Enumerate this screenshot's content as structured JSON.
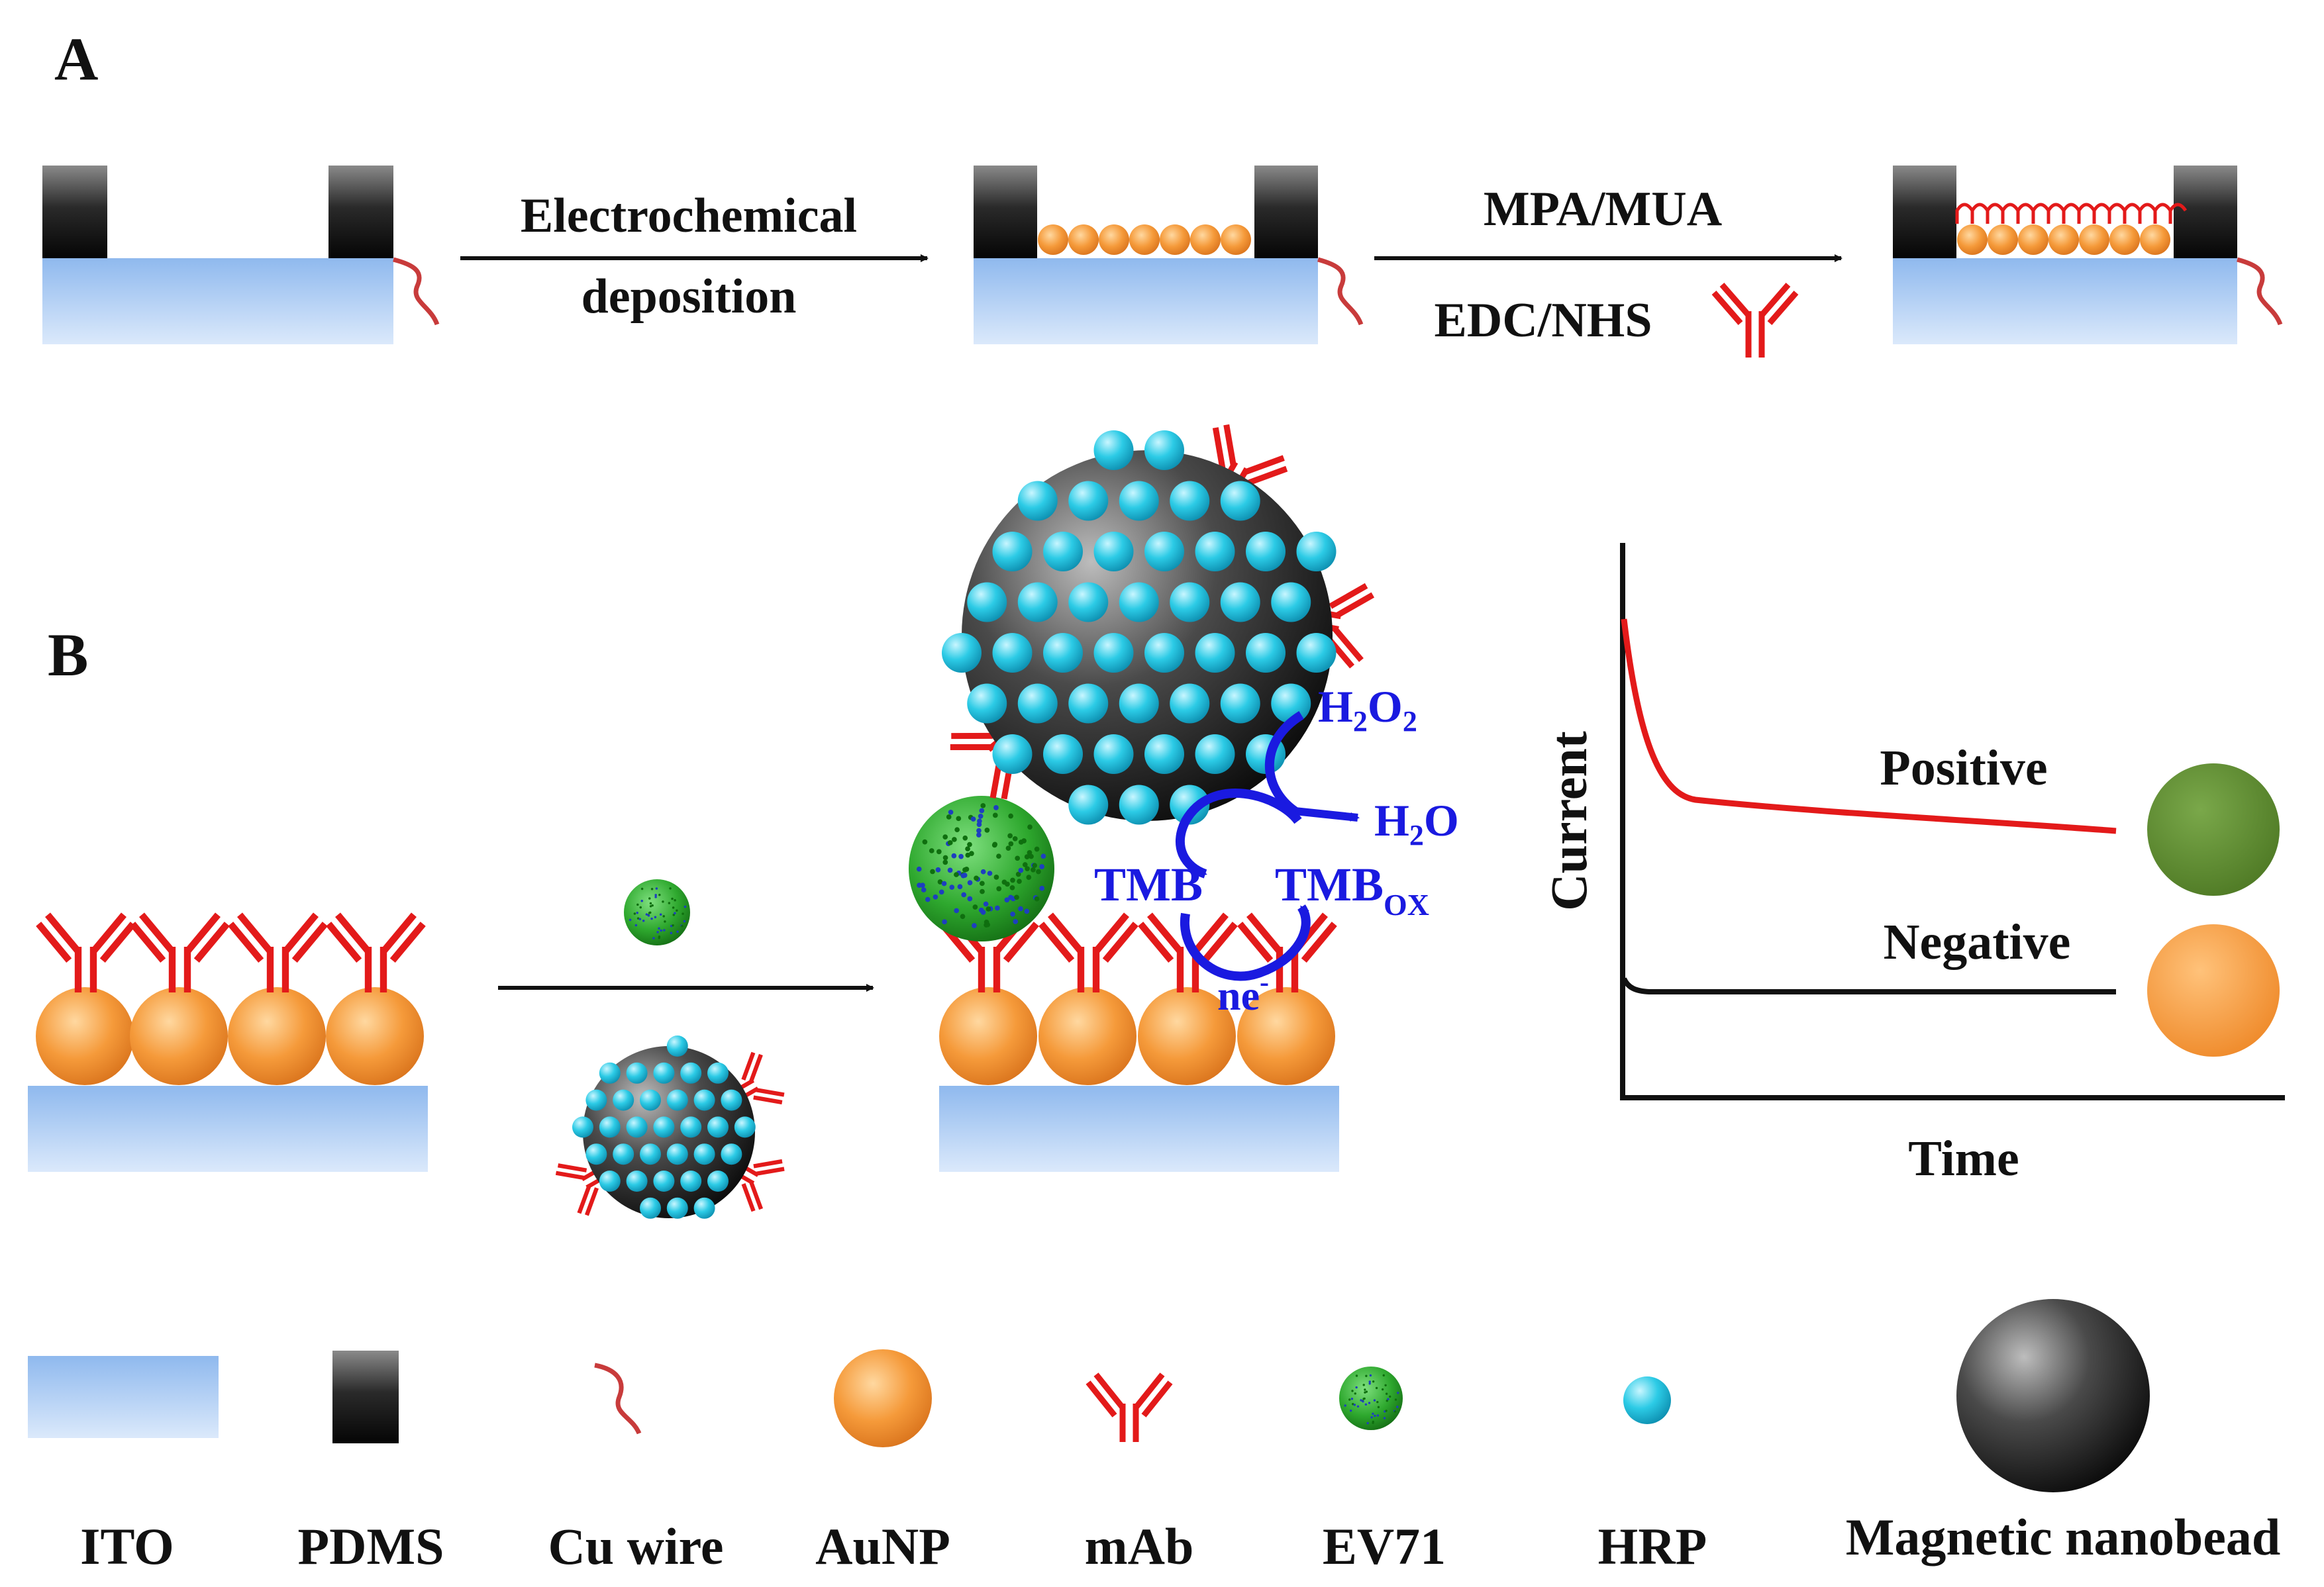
{
  "panels": {
    "a_label": "A",
    "b_label": "B"
  },
  "panel_a": {
    "step1_line1": "Electrochemical",
    "step1_line2": "deposition",
    "step2_top": "MPA/MUA",
    "step2_bottom": "EDC/NHS"
  },
  "panel_b": {
    "reaction": {
      "h2o2_main": "H",
      "h2o2_sub1": "2",
      "h2o2_mid": "O",
      "h2o2_sub2": "2",
      "h2o_main": "H",
      "h2o_sub": "2",
      "h2o_end": "O",
      "tmb": "TMB",
      "tmbox_main": "TMB",
      "tmbox_sub": "OX",
      "electron_main": "ne",
      "electron_sup": "-"
    },
    "graph": {
      "ylabel": "Current",
      "xlabel": "Time",
      "positive_label": "Positive",
      "negative_label": "Negative"
    }
  },
  "legend": {
    "items": [
      "ITO",
      "PDMS",
      "Cu wire",
      "AuNP",
      "mAb",
      "EV71",
      "HRP",
      "Magnetic nanobead"
    ]
  },
  "colors": {
    "ito": "#a9caf2",
    "pdms": "#1b1b1b",
    "aunp": "#f29a3d",
    "mab": "#e31a1a",
    "ev71": "#2fa52f",
    "hrp": "#22c3dd",
    "bead": "#3a3a3a",
    "positive_curve": "#e31a1a",
    "negative_curve": "#111111",
    "positive_dot": "#5c8a2e",
    "negative_dot": "#f5953a",
    "reaction_text": "#1a1ae0"
  }
}
